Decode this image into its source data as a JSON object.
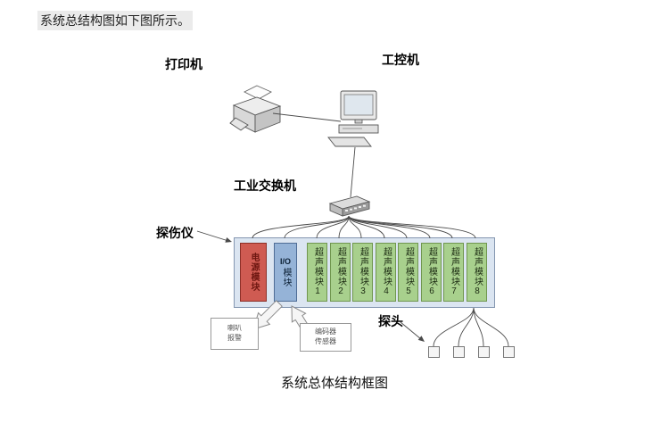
{
  "page": {
    "intro_text": "系统总结构图如下图所示。",
    "caption": "系统总体结构框图"
  },
  "labels": {
    "printer": "打印机",
    "computer": "工控机",
    "switch": "工业交换机",
    "detector": "探伤仪",
    "probe": "探头"
  },
  "detector": {
    "power_module": "电源模块",
    "io_line1": "I/O",
    "io_line2": "模块",
    "ultrasonic_modules": [
      "超声模块1",
      "超声模块2",
      "超声模块3",
      "超声模块4",
      "超声模块5",
      "超声模块6",
      "超声模块7",
      "超声模块8"
    ]
  },
  "peripherals": {
    "alarm_box": "喇叭报警",
    "encoder_box": "编码器传感器",
    "probe_count": 4
  },
  "icons": {
    "printer": "printer-icon",
    "computer": "desktop-computer-icon",
    "switch": "network-switch-icon"
  },
  "colors": {
    "detector_box_bg": "#dbe5f1",
    "power_module_bg": "#cf5b52",
    "power_module_text": "#6e1711",
    "io_module_bg": "#95b3d7",
    "ultrasonic_module_bg": "#a8d08d",
    "line": "#4a4a4a"
  }
}
